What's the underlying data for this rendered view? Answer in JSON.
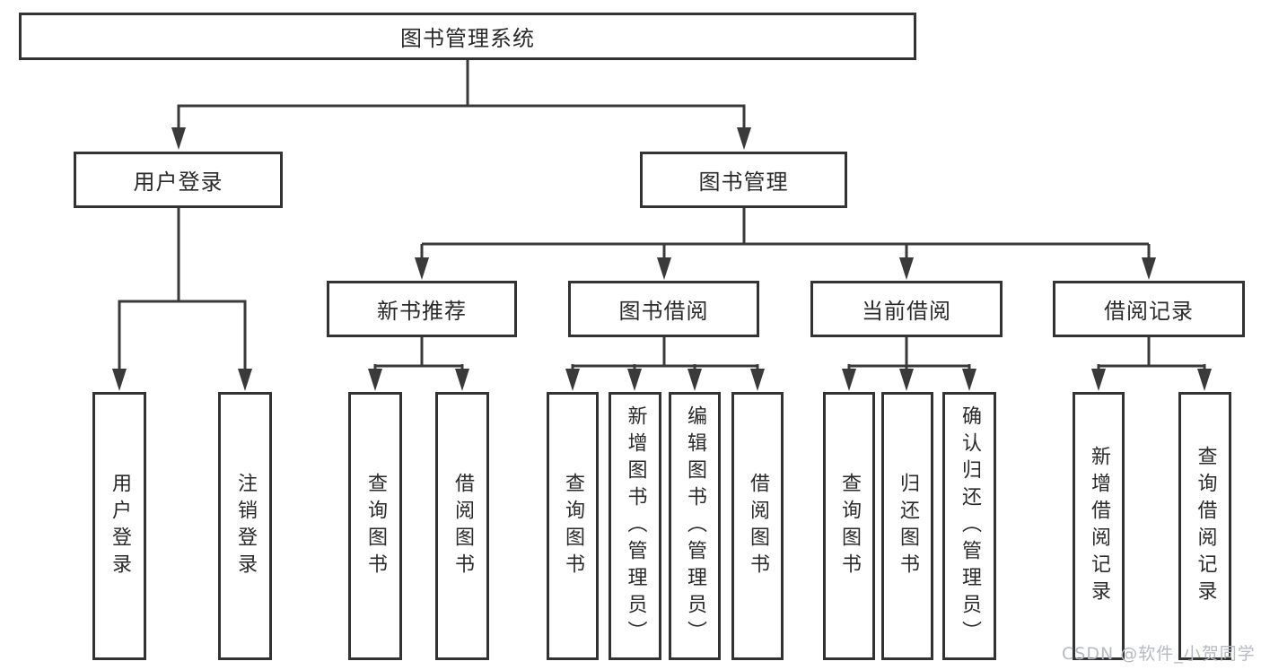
{
  "tree": {
    "root_label": "图书管理系统",
    "login_branch": {
      "label": "用户登录",
      "children": [
        {
          "label": "用户登录"
        },
        {
          "label": "注销登录"
        }
      ]
    },
    "manage_branch": {
      "label": "图书管理",
      "sections": [
        {
          "label": "新书推荐",
          "children": [
            {
              "label": "查询图书"
            },
            {
              "label": "借阅图书"
            }
          ]
        },
        {
          "label": "图书借阅",
          "children": [
            {
              "label": "查询图书"
            },
            {
              "label": "新增图书（管理员）"
            },
            {
              "label": "编辑图书（管理员）"
            },
            {
              "label": "借阅图书"
            }
          ]
        },
        {
          "label": "当前借阅",
          "children": [
            {
              "label": "查询图书"
            },
            {
              "label": "归还图书"
            },
            {
              "label": "确认归还（管理员）"
            }
          ]
        },
        {
          "label": "借阅记录",
          "children": [
            {
              "label": "新增借阅记录"
            },
            {
              "label": "查询借阅记录"
            }
          ]
        }
      ]
    }
  },
  "watermark": {
    "text": "CSDN @软件_小贺同学"
  },
  "colors": {
    "line": "#3a3a3a",
    "box_border": "#333333",
    "text": "#2a2a2a",
    "watermark": "#b6bac0",
    "background": "#ffffff"
  }
}
